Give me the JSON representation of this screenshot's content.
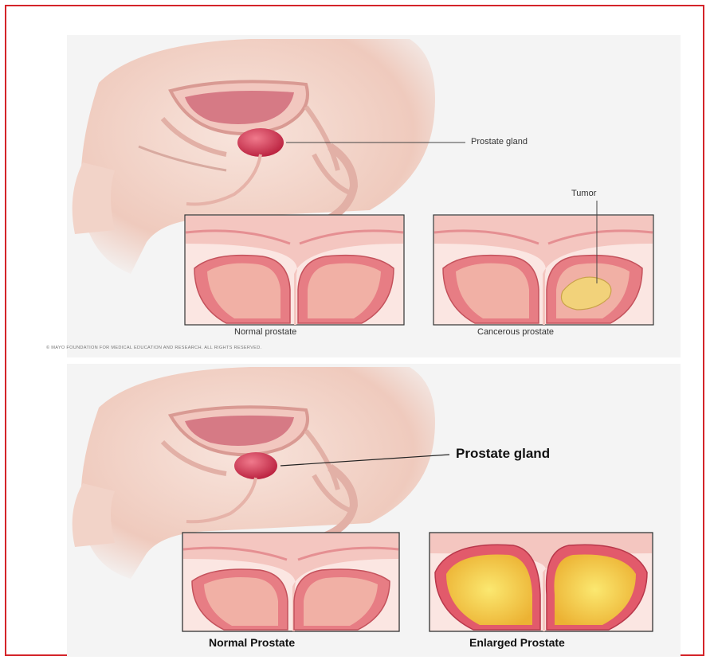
{
  "figure_top": {
    "pointer_label": "Prostate gland",
    "tumor_label": "Tumor",
    "inset_left_caption": "Normal prostate",
    "inset_right_caption": "Cancerous prostate",
    "copyright": "© MAYO FOUNDATION FOR MEDICAL EDUCATION AND RESEARCH. ALL RIGHTS RESERVED."
  },
  "figure_bottom": {
    "pointer_label": "Prostate gland",
    "inset_left_caption": "Normal Prostate",
    "inset_right_caption": "Enlarged Prostate"
  },
  "colors": {
    "frame_border": "#d4242a",
    "skin": "#f0cfc4",
    "tissue": "#e98d8a",
    "gland": "#c9304a",
    "tumor": "#f2d27a",
    "enlarged": "#f3d23c"
  }
}
